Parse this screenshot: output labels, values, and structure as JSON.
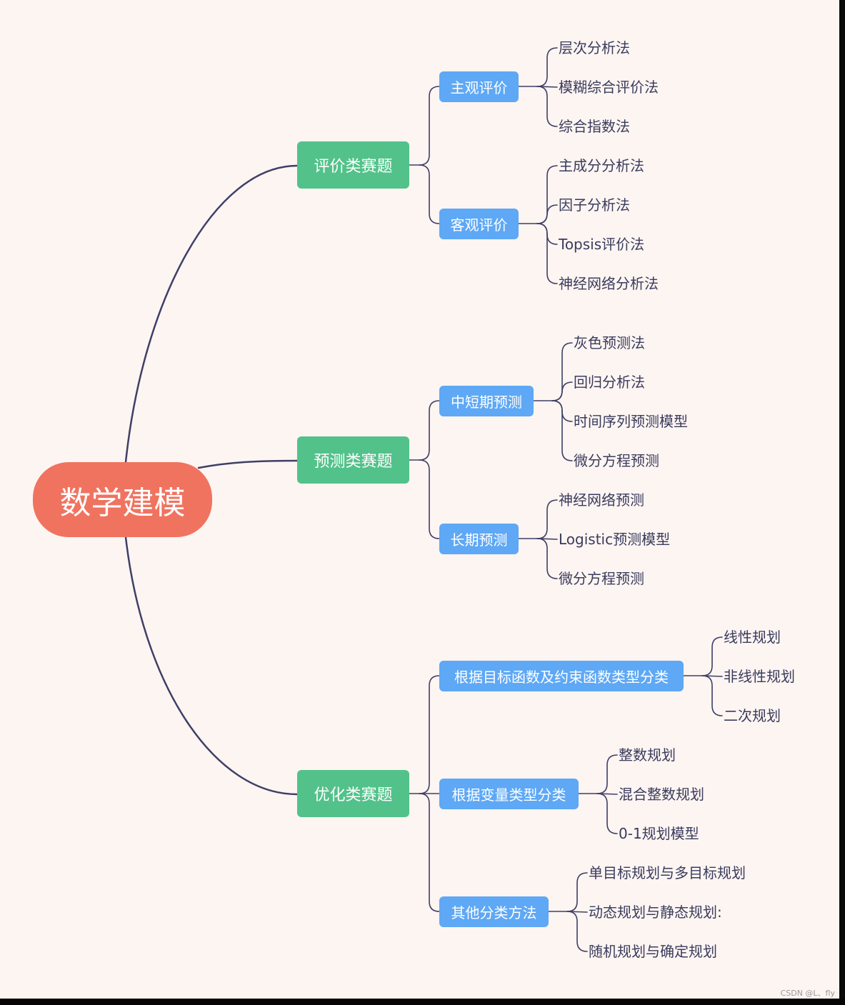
{
  "root": {
    "label": "数学建模"
  },
  "categories": [
    {
      "label": "评价类赛题",
      "subs": [
        {
          "label": "主观评价",
          "leaves": [
            "层次分析法",
            "模糊综合评价法",
            "综合指数法"
          ]
        },
        {
          "label": "客观评价",
          "leaves": [
            "主成分分析法",
            "因子分析法",
            "Topsis评价法",
            "神经网络分析法"
          ]
        }
      ]
    },
    {
      "label": "预测类赛题",
      "subs": [
        {
          "label": "中短期预测",
          "leaves": [
            "灰色预测法",
            "回归分析法",
            "时间序列预测模型",
            "微分方程预测"
          ]
        },
        {
          "label": "长期预测",
          "leaves": [
            "神经网络预测",
            "Logistic预测模型",
            "微分方程预测"
          ]
        }
      ]
    },
    {
      "label": "优化类赛题",
      "subs": [
        {
          "label": "根据目标函数及约束函数类型分类",
          "leaves": [
            "线性规划",
            "非线性规划",
            "二次规划"
          ]
        },
        {
          "label": "根据变量类型分类",
          "leaves": [
            "整数规划",
            "混合整数规划",
            "0-1规划模型"
          ]
        },
        {
          "label": "其他分类方法",
          "leaves": [
            "单目标规划与多目标规划",
            "动态规划与静态规划:",
            "随机规划与确定规划"
          ]
        }
      ]
    }
  ],
  "watermark": "CSDN @L、fly",
  "colors": {
    "root": "#f07360",
    "category": "#52c28a",
    "subcategory": "#5ea8f5",
    "line": "#3f3f66",
    "text": "#3a3b5c",
    "background": "#fdf5f2"
  }
}
